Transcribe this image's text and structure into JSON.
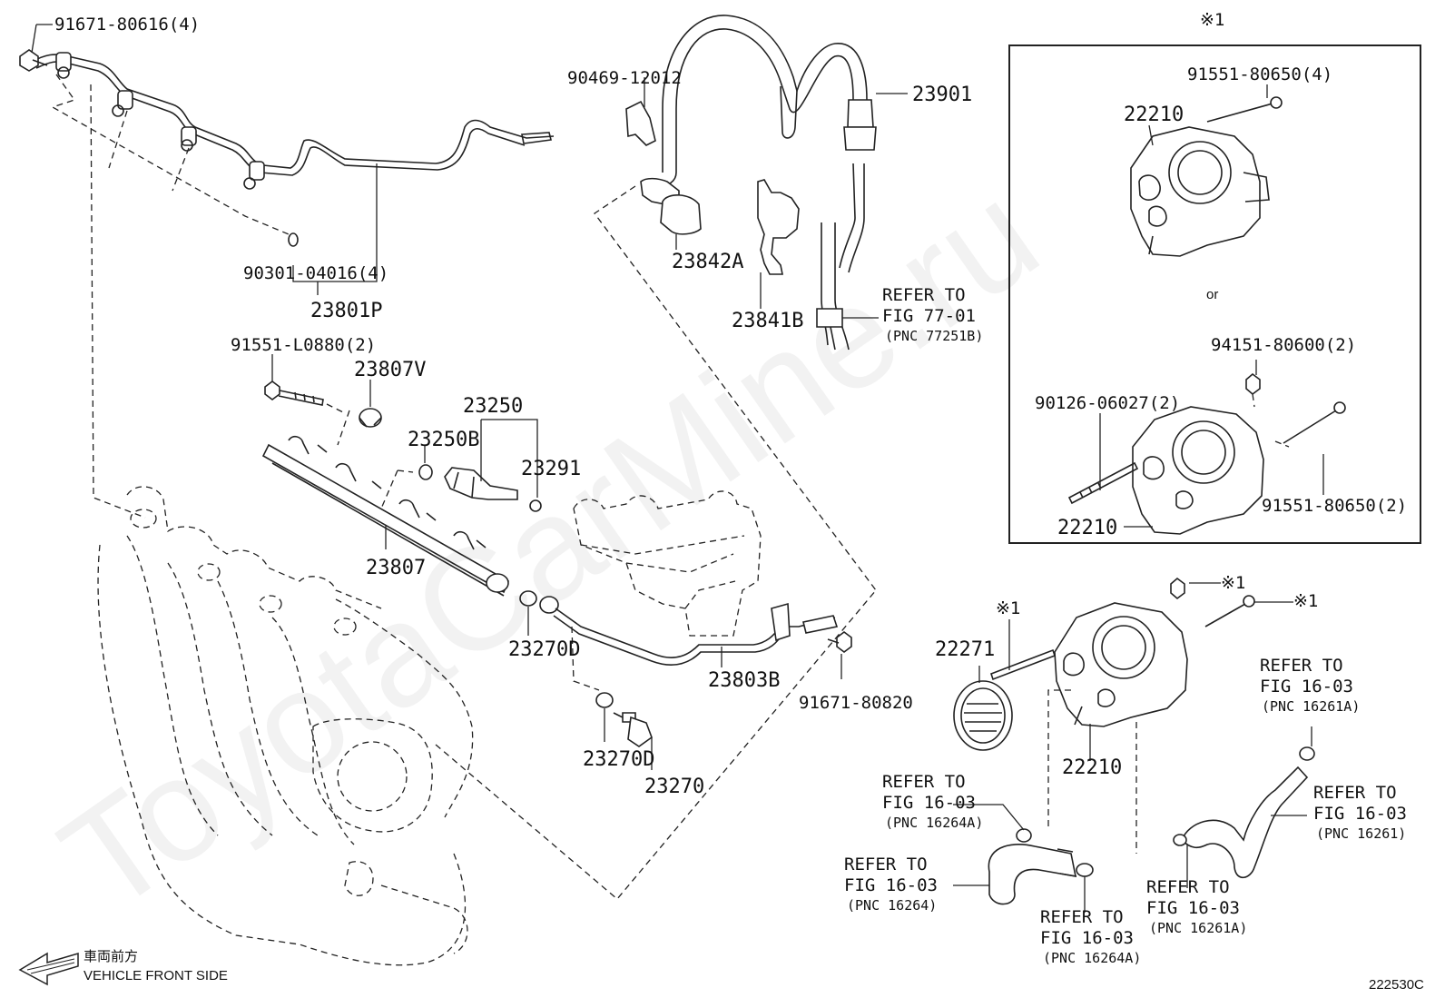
{
  "watermark": "ToyotaCarMine.ru",
  "diagram_code": "222530C",
  "direction": {
    "line1": "車両前方",
    "line2": "VEHICLE FRONT SIDE"
  },
  "inset_or": "or",
  "labels": {
    "p91671_80616": "91671-80616(4)",
    "p90301_04016": "90301-04016(4)",
    "p23801P": "23801P",
    "p91551_L0880": "91551-L0880(2)",
    "p23807V": "23807V",
    "p23250": "23250",
    "p23250B": "23250B",
    "p23291": "23291",
    "p23807": "23807",
    "p23270D_a": "23270D",
    "p23270D_b": "23270D",
    "p23270": "23270",
    "p23803B": "23803B",
    "p91671_80820": "91671-80820",
    "p90469_12012": "90469-12012",
    "p23901": "23901",
    "p23842A": "23842A",
    "p23841B": "23841B",
    "p22271": "22271",
    "p22210_main": "22210",
    "p22210_inset_a": "22210",
    "p22210_inset_b": "22210",
    "p91551_80650_4": "91551-80650(4)",
    "p94151_80600": "94151-80600(2)",
    "p90126_06027": "90126-06027(2)",
    "p91551_80650_2": "91551-80650(2)",
    "mark_inset": "※1",
    "mark_a": "※1",
    "mark_b": "※1",
    "mark_c": "※1"
  },
  "refs": {
    "r77": {
      "l1": "REFER TO",
      "l2": "FIG 77-01",
      "l3": "(PNC 77251B)"
    },
    "r16261A_top": {
      "l1": "REFER TO",
      "l2": "FIG 16-03",
      "l3": "(PNC 16261A)"
    },
    "r16261": {
      "l1": "REFER TO",
      "l2": "FIG 16-03",
      "l3": "(PNC 16261)"
    },
    "r16264A_mid": {
      "l1": "REFER TO",
      "l2": "FIG 16-03",
      "l3": "(PNC 16264A)"
    },
    "r16264": {
      "l1": "REFER TO",
      "l2": "FIG 16-03",
      "l3": "(PNC 16264)"
    },
    "r16264A_bot": {
      "l1": "REFER TO",
      "l2": "FIG 16-03",
      "l3": "(PNC 16264A)"
    },
    "r16261A_bot": {
      "l1": "REFER TO",
      "l2": "FIG 16-03",
      "l3": "(PNC 16261A)"
    }
  }
}
